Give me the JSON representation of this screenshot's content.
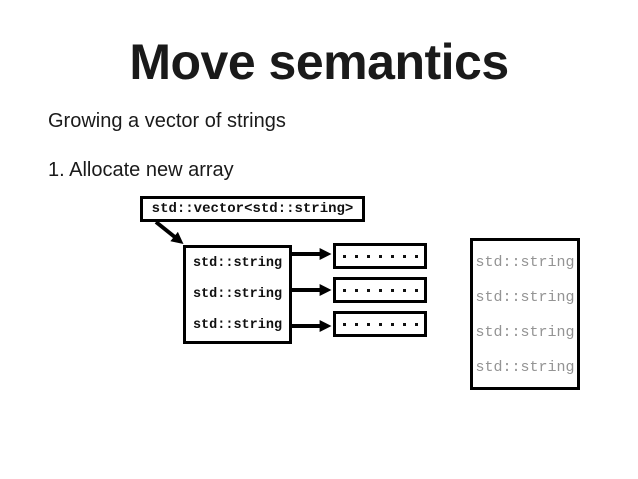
{
  "slide": {
    "title": "Move semantics",
    "subtitle": "Growing a vector of strings",
    "step_label": "1. Allocate new array"
  },
  "diagram": {
    "vector_box_label": "std::vector<std::string>",
    "old_array": {
      "cells": [
        "std::string",
        "std::string",
        "std::string"
      ]
    },
    "string_buffers": {
      "buffer_count": 3,
      "dot_count": 7
    },
    "new_array": {
      "cells": [
        "std::string",
        "std::string",
        "std::string",
        "std::string"
      ]
    },
    "colors": {
      "ink": "#111111",
      "border": "#000000",
      "muted_text": "#949494",
      "background": "#ffffff"
    }
  }
}
